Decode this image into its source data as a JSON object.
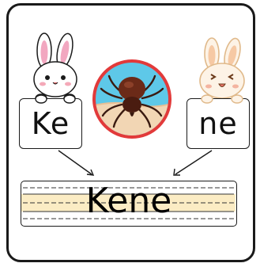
{
  "syllables": {
    "left": "Ke",
    "right": "ne"
  },
  "word": "Kene",
  "illustrations": {
    "left": "white-bunny-icon",
    "center": "tick-icon",
    "right": "beige-bunny-icon"
  },
  "colors": {
    "frame": "#1a1a1a",
    "circle_ring": "#e23a3a",
    "circle_sky": "#5ec8e8",
    "circle_ground": "#f2d6b4",
    "tick_body": "#6b2a18",
    "writing_band": "#fbecc4",
    "bunny_inner_ear": "#f2a7c0"
  }
}
